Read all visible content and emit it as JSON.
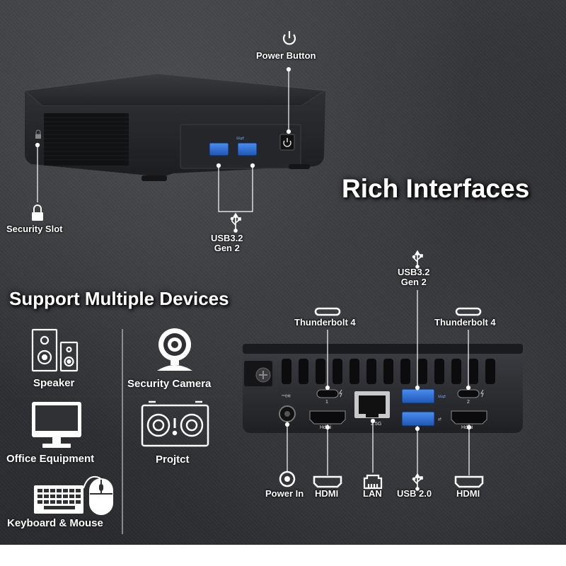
{
  "headline": "Rich Interfaces",
  "support_title": "Support Multiple Devices",
  "top_labels": {
    "power_button": "Power Button",
    "security_slot": "Security Slot",
    "usb_front": "USB3.2\nGen 2"
  },
  "rear_labels": {
    "usb_top": "USB3.2\nGen 2",
    "thunderbolt_left": "Thunderbolt 4",
    "thunderbolt_right": "Thunderbolt 4",
    "power_in": "Power In",
    "hdmi_left": "HDMI",
    "lan": "LAN",
    "usb2": "USB 2.0",
    "hdmi_right": "HDMI"
  },
  "rear_port_marks": {
    "tb_num_1": "1",
    "tb_num_2": "2",
    "lan_speed": "2.5G",
    "hdmi_text": "Hdmi"
  },
  "devices": [
    {
      "label": "Speaker",
      "icon": "speaker-icon"
    },
    {
      "label": "Security Camera",
      "icon": "security-camera-icon"
    },
    {
      "label": "Office Equipment",
      "icon": "monitor-icon"
    },
    {
      "label": "Projtct",
      "icon": "projector-icon"
    },
    {
      "label": "Keyboard & Mouse",
      "icon": "keyboard-mouse-icon"
    }
  ],
  "colors": {
    "usb_blue": "#2a6fd6",
    "chassis": "#2b2c30",
    "label_white": "#ffffff"
  }
}
